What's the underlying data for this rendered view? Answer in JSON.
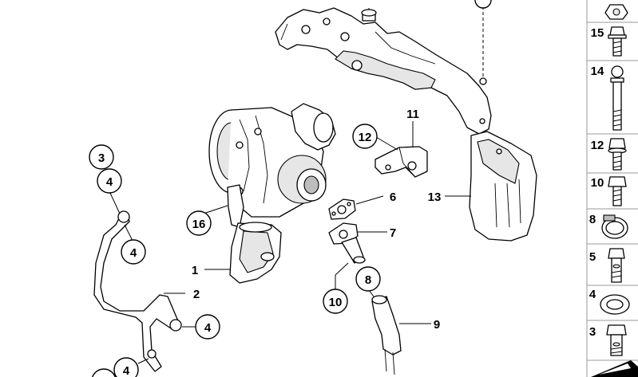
{
  "callouts": {
    "c1": "1",
    "c2": "2",
    "c3": "3",
    "c4a": "4",
    "c4b": "4",
    "c4c": "4",
    "c4d": "4",
    "c6": "6",
    "c7": "7",
    "c8": "8",
    "c9": "9",
    "c10": "10",
    "c11": "11",
    "c12": "12",
    "c13": "13",
    "c16": "16"
  },
  "sidebar": {
    "items": [
      {
        "label": "15",
        "icon": "bolt-flange-icon"
      },
      {
        "label": "14",
        "icon": "ball-stud-icon"
      },
      {
        "label": "12",
        "icon": "bolt-with-washer-icon"
      },
      {
        "label": "10",
        "icon": "hex-bolt-icon"
      },
      {
        "label": "8",
        "icon": "hose-clamp-icon"
      },
      {
        "label": "5",
        "icon": "banjo-bolt-icon"
      },
      {
        "label": "4",
        "icon": "sealing-ring-icon"
      },
      {
        "label": "3",
        "icon": "hollow-bolt-icon"
      }
    ]
  }
}
